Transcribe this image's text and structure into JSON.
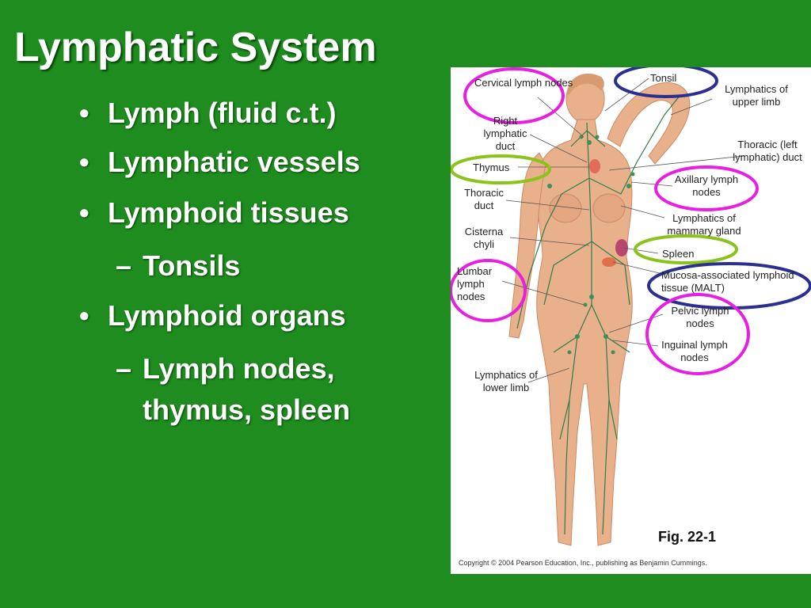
{
  "slide": {
    "title": "Lymphatic System",
    "bullets": [
      {
        "level": 1,
        "mark": "•",
        "text": "Lymph (fluid c.t.)"
      },
      {
        "level": 1,
        "mark": "•",
        "text": "Lymphatic vessels"
      },
      {
        "level": 1,
        "mark": "•",
        "text": "Lymphoid tissues"
      },
      {
        "level": 2,
        "mark": "–",
        "text": "Tonsils"
      },
      {
        "level": 1,
        "mark": "•",
        "text": "Lymphoid organs"
      },
      {
        "level": 2,
        "mark": "–",
        "text": "Lymph nodes, thymus, spleen"
      }
    ]
  },
  "figure": {
    "labels": {
      "cervical_lymph_nodes": "Cervical lymph nodes",
      "tonsil": "Tonsil",
      "lymphatics_upper_limb": "Lymphatics of upper limb",
      "right_lymphatic_duct": "Right lymphatic duct",
      "thoracic_left_duct": "Thoracic (left lymphatic) duct",
      "thymus": "Thymus",
      "axillary_lymph_nodes": "Axillary lymph nodes",
      "thoracic_duct": "Thoracic duct",
      "lymphatics_mammary": "Lymphatics of mammary gland",
      "cisterna_chyli": "Cisterna chyli",
      "spleen": "Spleen",
      "lumbar_lymph_nodes": "Lumbar lymph nodes",
      "malt": "Mucosa-associated lymphoid tissue (MALT)",
      "pelvic_lymph_nodes": "Pelvic lymph nodes",
      "inguinal_lymph_nodes": "Inguinal lymph nodes",
      "lymphatics_lower_limb": "Lymphatics of lower limb"
    },
    "caption": "Fig. 22-1",
    "copyright": "Copyright © 2004 Pearson Education, Inc., publishing as Benjamin Cummings.",
    "circle_colors": {
      "magenta": "#e81ee0",
      "navy": "#2b2f8f",
      "lime": "#8cc21c"
    }
  },
  "colors": {
    "background": "#1e8c1e",
    "text": "#ffffff",
    "body": "#e9b08c",
    "vessels": "#2e7d4a"
  }
}
